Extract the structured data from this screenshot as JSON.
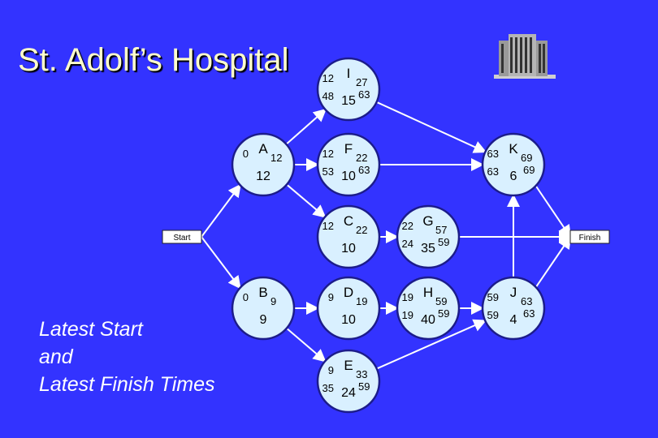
{
  "title": "St. Adolf’s Hospital",
  "caption": [
    "Latest Start",
    "and",
    "Latest Finish Times"
  ],
  "start_label": "Start",
  "finish_label": "Finish",
  "icons": {
    "building": "hospital-building-icon"
  },
  "colors": {
    "background": "#3333ff",
    "node": "#d9f0ff",
    "title": "#ffffcc",
    "arrows": "#ffffff"
  },
  "nodes": [
    {
      "id": "A",
      "es": "0",
      "ef": "12",
      "ls": "",
      "lf": "",
      "dur": "12"
    },
    {
      "id": "B",
      "es": "0",
      "ef": "9",
      "ls": "",
      "lf": "",
      "dur": "9"
    },
    {
      "id": "C",
      "es": "12",
      "ef": "22",
      "ls": "",
      "lf": "",
      "dur": "10"
    },
    {
      "id": "D",
      "es": "9",
      "ef": "19",
      "ls": "",
      "lf": "",
      "dur": "10"
    },
    {
      "id": "E",
      "es": "9",
      "ef": "33",
      "ls": "35",
      "lf": "59",
      "dur": "24"
    },
    {
      "id": "F",
      "es": "12",
      "ef": "22",
      "ls": "53",
      "lf": "63",
      "dur": "10"
    },
    {
      "id": "G",
      "es": "22",
      "ef": "57",
      "ls": "24",
      "lf": "59",
      "dur": "35"
    },
    {
      "id": "H",
      "es": "19",
      "ef": "59",
      "ls": "19",
      "lf": "59",
      "dur": "40"
    },
    {
      "id": "I",
      "es": "12",
      "ef": "27",
      "ls": "48",
      "lf": "63",
      "dur": "15"
    },
    {
      "id": "J",
      "es": "59",
      "ef": "63",
      "ls": "59",
      "lf": "63",
      "dur": "4"
    },
    {
      "id": "K",
      "es": "63",
      "ef": "69",
      "ls": "63",
      "lf": "69",
      "dur": "6"
    }
  ],
  "edges": [
    [
      "Start",
      "A"
    ],
    [
      "Start",
      "B"
    ],
    [
      "A",
      "I"
    ],
    [
      "A",
      "F"
    ],
    [
      "A",
      "C"
    ],
    [
      "B",
      "D"
    ],
    [
      "B",
      "E"
    ],
    [
      "C",
      "G"
    ],
    [
      "D",
      "H"
    ],
    [
      "F",
      "K"
    ],
    [
      "I",
      "K"
    ],
    [
      "G",
      "Finish"
    ],
    [
      "E",
      "J"
    ],
    [
      "H",
      "J"
    ],
    [
      "J",
      "K"
    ],
    [
      "K",
      "Finish"
    ],
    [
      "J",
      "Finish"
    ]
  ]
}
